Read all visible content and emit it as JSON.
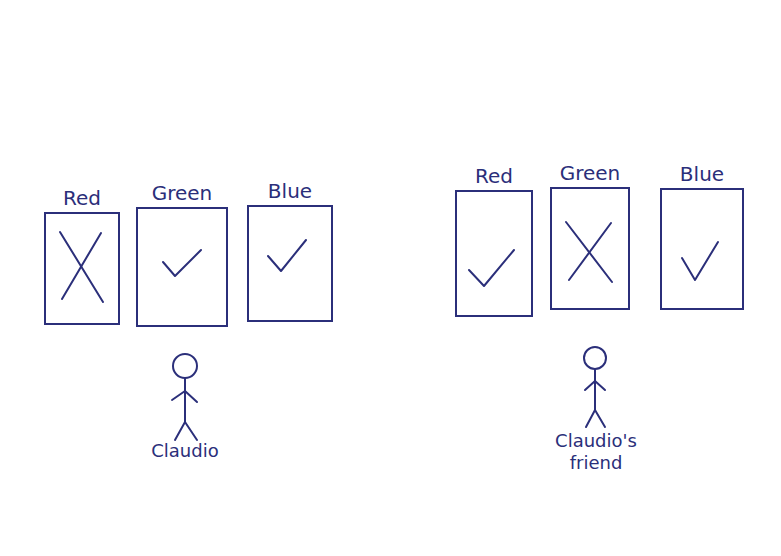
{
  "diagram": {
    "nodes": [
      {
        "text": [
          "Red"
        ]
      },
      {
        "text": [
          "Green"
        ]
      },
      {
        "text": [
          "Blue"
        ]
      },
      {
        "text": [
          "Red"
        ]
      },
      {
        "text": [
          "Green"
        ]
      },
      {
        "text": [
          "Blue"
        ]
      }
    ],
    "labels": [
      "Claudio",
      "Claudio's friend"
    ]
  }
}
